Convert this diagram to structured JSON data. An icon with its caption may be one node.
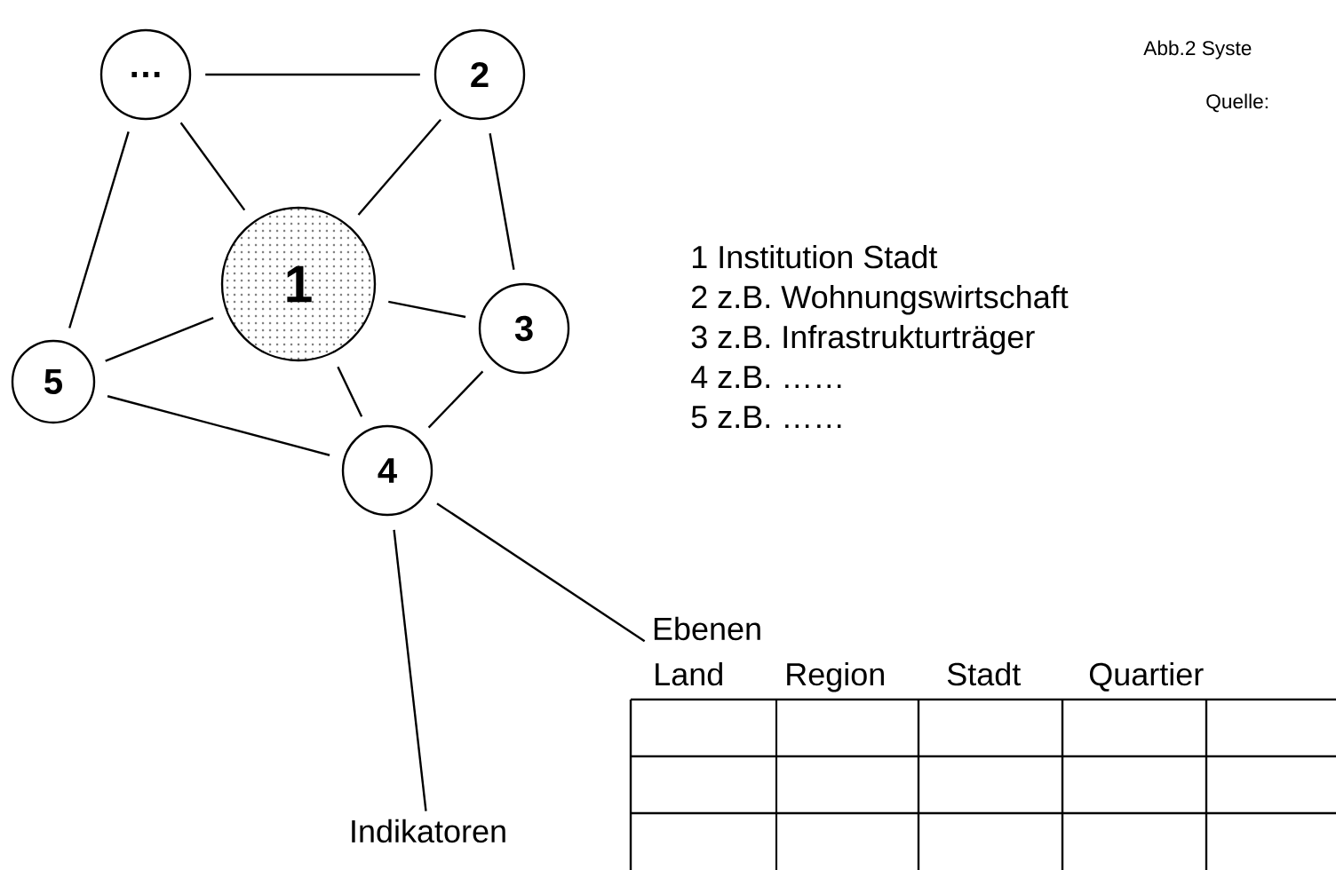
{
  "diagram": {
    "nodes": [
      {
        "text": [
          "…"
        ]
      },
      {
        "text": [
          "2"
        ]
      },
      {
        "text": [
          "1"
        ]
      },
      {
        "text": [
          "3"
        ]
      },
      {
        "text": [
          "5"
        ]
      },
      {
        "text": [
          "4"
        ]
      },
      {
        "text": [
          "Indikatoren"
        ]
      },
      {
        "text": [
          "Ebenen"
        ]
      }
    ],
    "edges": [
      {
        "from": 0,
        "to": 1,
        "arrow": "none"
      },
      {
        "from": 0,
        "to": 2,
        "arrow": "none"
      },
      {
        "from": 0,
        "to": 4,
        "arrow": "none"
      },
      {
        "from": 1,
        "to": 2,
        "arrow": "none"
      },
      {
        "from": 1,
        "to": 3,
        "arrow": "none"
      },
      {
        "from": 2,
        "to": 4,
        "arrow": "none"
      },
      {
        "from": 2,
        "to": 3,
        "arrow": "none"
      },
      {
        "from": 2,
        "to": 5,
        "arrow": "none"
      },
      {
        "from": 4,
        "to": 5,
        "arrow": "none"
      },
      {
        "from": 3,
        "to": 5,
        "arrow": "none"
      },
      {
        "from": 5,
        "to": 6,
        "arrow": "none"
      },
      {
        "from": 5,
        "to": 7,
        "arrow": "none"
      }
    ],
    "labels": [
      "Abb.2 Syste",
      "Quelle:",
      "1 Institution Stadt",
      "2 z.B. Wohnungswirtschaft",
      "3 z.B. Infrastrukturträger",
      "4 z.B. ……",
      "5 z.B. ……",
      "Land",
      "Region",
      "Stadt",
      "Quartier"
    ]
  }
}
